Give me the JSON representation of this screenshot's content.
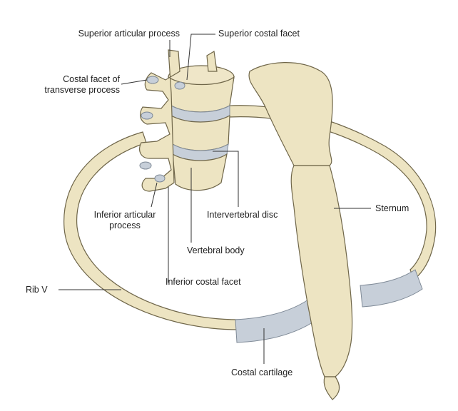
{
  "colors": {
    "bone": "#ede4c2",
    "bone_shadow": "#c9bd8f",
    "bone_outline": "#6f6649",
    "cartilage": "#c7cfd9",
    "cartilage_outline": "#7f8a97",
    "leader": "#333333"
  },
  "labels": {
    "superior_articular_process": "Superior articular process",
    "superior_costal_facet": "Superior costal facet",
    "costal_facet_tp_line1": "Costal facet of",
    "costal_facet_tp_line2": "transverse process",
    "inferior_articular_process_line1": "Inferior articular",
    "inferior_articular_process_line2": "process",
    "intervertebral_disc": "Intervertebral disc",
    "sternum": "Sternum",
    "vertebral_body": "Vertebral body",
    "inferior_costal_facet": "Inferior costal facet",
    "rib_v": "Rib V",
    "costal_cartilage": "Costal cartilage"
  }
}
